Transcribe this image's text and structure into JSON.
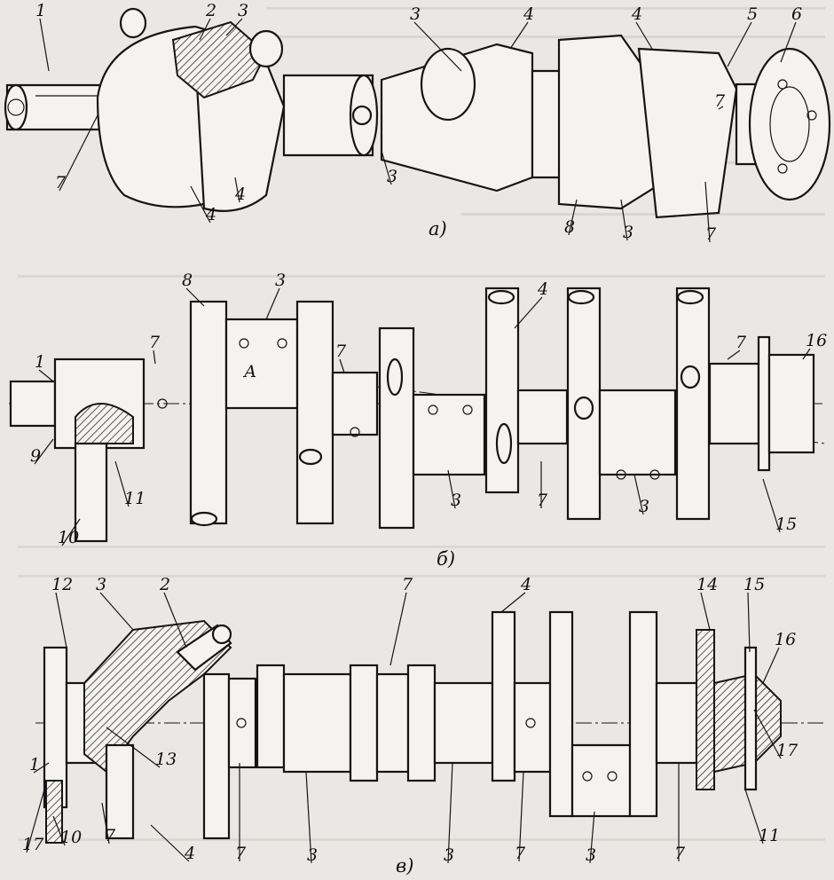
{
  "figure": {
    "panels": [
      {
        "id": "a",
        "caption": "а)"
      },
      {
        "id": "b",
        "caption": "б)"
      },
      {
        "id": "c",
        "caption": "в)"
      }
    ],
    "label_dimension_a": "А"
  },
  "labels_a": [
    "1",
    "2",
    "3",
    "3",
    "4",
    "4",
    "3",
    "8",
    "3",
    "4",
    "4",
    "5",
    "6",
    "7",
    "7",
    "7"
  ],
  "labels_b": [
    "8",
    "3",
    "7",
    "7",
    "4",
    "7",
    "16",
    "1",
    "9",
    "10",
    "11",
    "7",
    "3",
    "3",
    "15"
  ],
  "labels_c": [
    "12",
    "3",
    "2",
    "7",
    "4",
    "14",
    "15",
    "16",
    "13",
    "1",
    "17",
    "10",
    "7",
    "4",
    "7",
    "3",
    "3",
    "7",
    "3",
    "7",
    "17",
    "11"
  ]
}
